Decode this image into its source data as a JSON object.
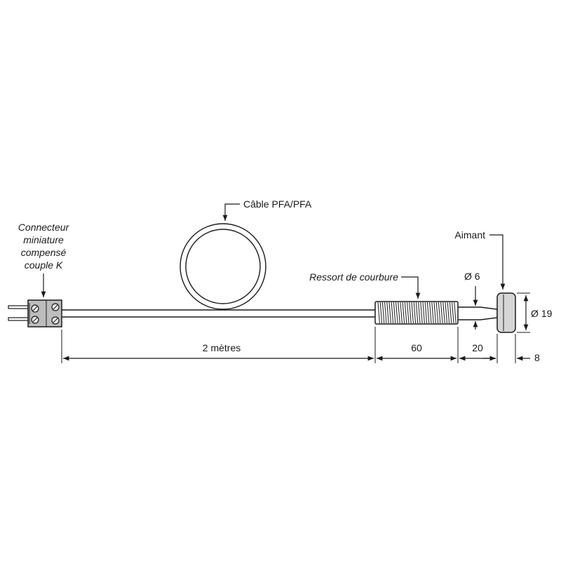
{
  "labels": {
    "connector": [
      "Connecteur",
      "miniature",
      "compensé",
      "couple K"
    ],
    "cable": "Câble PFA/PFA",
    "spring": "Ressort de courbure",
    "magnet": "Aimant",
    "diameter_small": "Ø 6",
    "diameter_large": "Ø 19"
  },
  "dimensions": {
    "cable_length": "2 mètres",
    "spring_length": "60",
    "tip_length": "20",
    "magnet_thickness": "8"
  }
}
